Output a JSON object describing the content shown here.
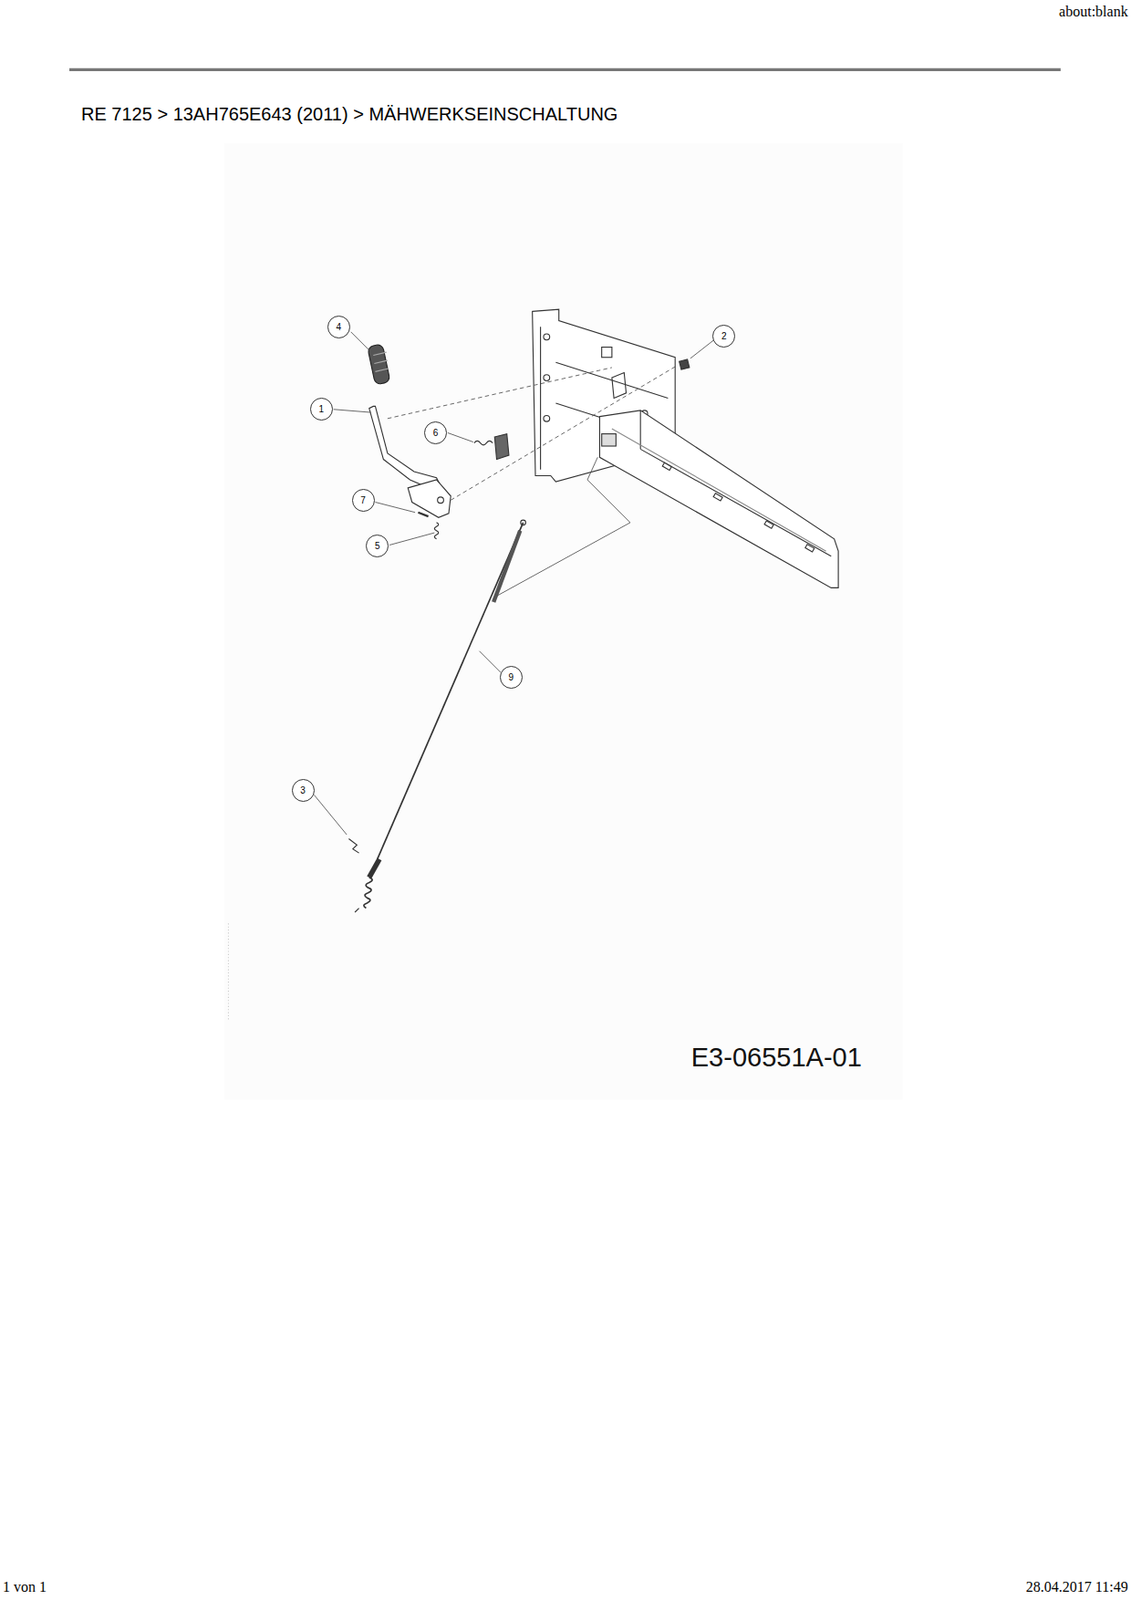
{
  "diagram": {
    "title": "RE 7125  >  13AH765E643 (2011)  >  MÄHWERKSEINSCHALTUNG",
    "labels": [
      "about:blank",
      "4",
      "2",
      "1",
      "6",
      "7",
      "5",
      "9",
      "3",
      "E3-06551A-01",
      "1 von 1",
      "28.04.2017 11:49"
    ]
  }
}
